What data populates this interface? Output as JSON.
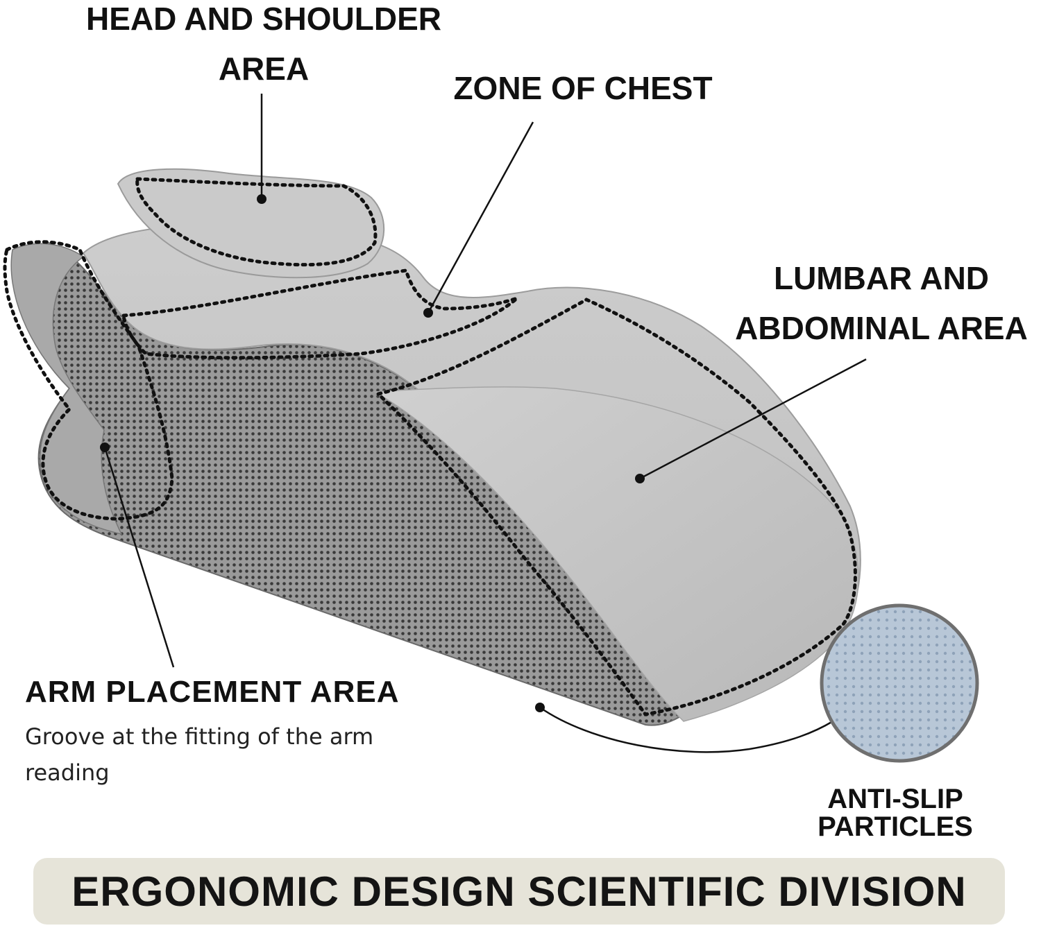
{
  "labels": {
    "head_line1": "HEAD AND SHOULDER",
    "head_line2": "AREA",
    "chest": "ZONE OF CHEST",
    "lumbar_line1": "LUMBAR AND",
    "lumbar_line2": "ABDOMINAL AREA",
    "arm_title": "ARM PLACEMENT AREA",
    "arm_desc": "Groove at the fitting of the arm reading",
    "antislip": "ANTI-SLIP PARTICLES"
  },
  "banner": {
    "text": "ERGONOMIC DESIGN SCIENTIFIC DIVISION"
  },
  "colors": {
    "fabric": "#c4c4c4",
    "mesh": "#8a8a8a",
    "banner_bg": "#e6e4d9",
    "text": "#111111",
    "antislip_disc": "#b7c6d6"
  }
}
